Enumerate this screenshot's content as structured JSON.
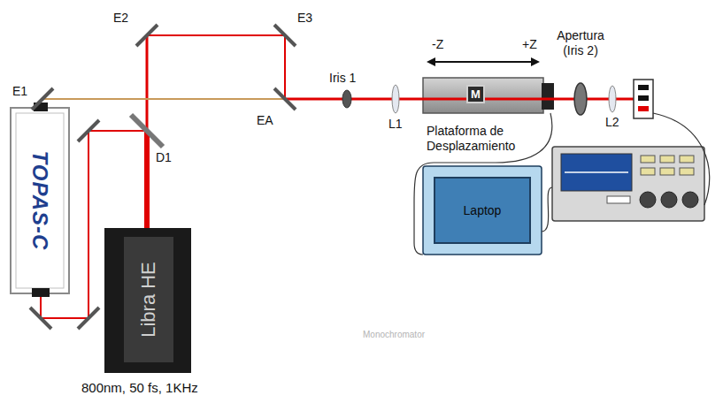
{
  "diagram": {
    "nodes": [
      {
        "text": [
          "TOPAS-C"
        ]
      },
      {
        "text": [
          "Libra HE"
        ]
      },
      {
        "text": [
          "M"
        ]
      },
      {
        "text": [
          "Laptop"
        ]
      }
    ],
    "labels": [
      "E1",
      "E2",
      "E3",
      "EA",
      "D1",
      "Iris 1",
      "L1",
      "-Z",
      "+Z",
      "Apertura (Iris 2)",
      "L2",
      "Plataforma de Desplazamiento",
      "800nm, 50 fs, 1KHz",
      "Monochromator"
    ]
  }
}
